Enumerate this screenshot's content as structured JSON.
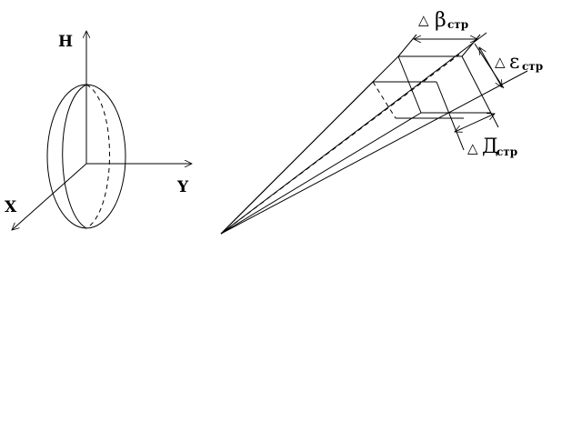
{
  "axes": {
    "h_label": "H",
    "y_label": "Y",
    "x_label": "X"
  },
  "labels": {
    "beta": {
      "delta": "△",
      "symbol": "β",
      "sub": "стр"
    },
    "epsilon": {
      "delta": "△",
      "symbol": "ε",
      "sub": "стр"
    },
    "d": {
      "delta": "△",
      "symbol": "Д",
      "sub": "стр"
    }
  }
}
